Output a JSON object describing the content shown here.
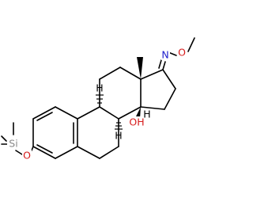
{
  "molecule": {
    "atoms": {
      "n": {
        "label": "N",
        "color": "#1d1dcc"
      },
      "o_oxime": {
        "label": "O",
        "color": "#d61c1c"
      },
      "oh": {
        "label": "OH",
        "color": "#d61c1c"
      },
      "o_ether": {
        "label": "O",
        "color": "#d61c1c"
      },
      "si": {
        "label": "Si",
        "color": "#8a8a8a"
      }
    },
    "stereo_hydrogens": [
      "H",
      "H",
      "H"
    ]
  }
}
